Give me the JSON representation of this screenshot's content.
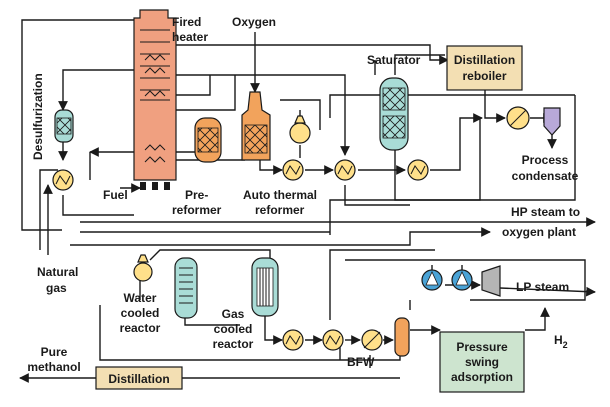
{
  "labels": {
    "fired_heater": [
      "Fired",
      "heater"
    ],
    "oxygen": "Oxygen",
    "saturator": "Saturator",
    "distillation_reboiler": [
      "Distillation",
      "reboiler"
    ],
    "desulfurization": "Desulfurization",
    "fuel": "Fuel",
    "pre_reformer": [
      "Pre-",
      "reformer"
    ],
    "auto_thermal_reformer": [
      "Auto thermal",
      "reformer"
    ],
    "process_condensate": [
      "Process",
      "condensate"
    ],
    "hp_steam": [
      "HP steam to",
      "oxygen plant"
    ],
    "natural_gas": [
      "Natural",
      "gas"
    ],
    "water_cooled_reactor": [
      "Water",
      "cooled",
      "reactor"
    ],
    "gas_cooled_reactor": [
      "Gas",
      "cooled",
      "reactor"
    ],
    "lp_steam": "LP steam",
    "pure_methanol": [
      "Pure",
      "methanol"
    ],
    "distillation": "Distillation",
    "bfw": "BFW",
    "pressure_swing_adsorption": [
      "Pressure",
      "swing",
      "adsorption"
    ],
    "h2": "H",
    "h2_sub": "2"
  },
  "colors": {
    "fired_heater": "#f0a080",
    "reactor_orange": "#f2a35c",
    "teal_vessel": "#a9dcd6",
    "blue_pump": "#4aa3d6",
    "purple_filter": "#b8a9d8",
    "box_tan": "#f3dfb3",
    "box_green": "#cde4cf",
    "heat_exchanger": "#ffe08a",
    "arrow": "#1a1a1a"
  }
}
